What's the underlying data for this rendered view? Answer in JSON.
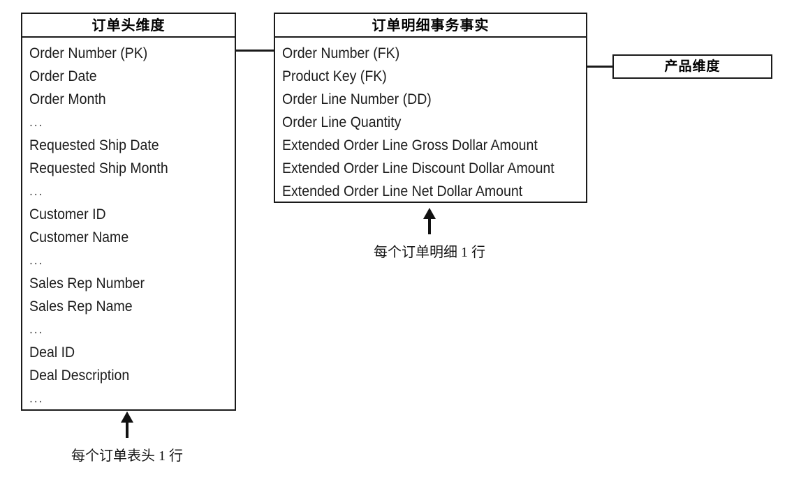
{
  "diagram": {
    "type": "entity-relationship",
    "entities": [
      {
        "id": "order-header-dimension",
        "title": "订单头维度",
        "fields": [
          "Order Number (PK)",
          "Order Date",
          "Order Month",
          "...",
          "Requested Ship Date",
          "Requested Ship Month",
          "...",
          "Customer ID",
          "Customer Name",
          "...",
          "Sales Rep Number",
          "Sales Rep Name",
          "...",
          "Deal ID",
          "Deal Description",
          "..."
        ]
      },
      {
        "id": "order-line-transaction-fact",
        "title": "订单明细事务事实",
        "fields": [
          "Order Number (FK)",
          "Product Key (FK)",
          "Order Line Number (DD)",
          "Order Line Quantity",
          "Extended Order Line Gross Dollar Amount",
          "Extended Order Line Discount Dollar Amount",
          "Extended Order Line Net Dollar Amount"
        ]
      },
      {
        "id": "product-dimension",
        "title": "产品维度",
        "fields": []
      }
    ],
    "annotations": [
      {
        "id": "grain-order-header",
        "icon": "arrow-up-icon",
        "caption": "每个订单表头 1 行"
      },
      {
        "id": "grain-order-line",
        "icon": "arrow-up-icon",
        "caption": "每个订单明细 1 行"
      }
    ],
    "connectors": [
      {
        "id": "header-to-fact",
        "from": "订单头维度",
        "to": "订单明细事务事实"
      },
      {
        "id": "fact-to-product",
        "from": "订单明细事务事实",
        "to": "产品维度"
      }
    ],
    "colors": {
      "background": "#ffffff",
      "stroke": "#1a1a1a",
      "text": "#1c1c1c"
    }
  }
}
